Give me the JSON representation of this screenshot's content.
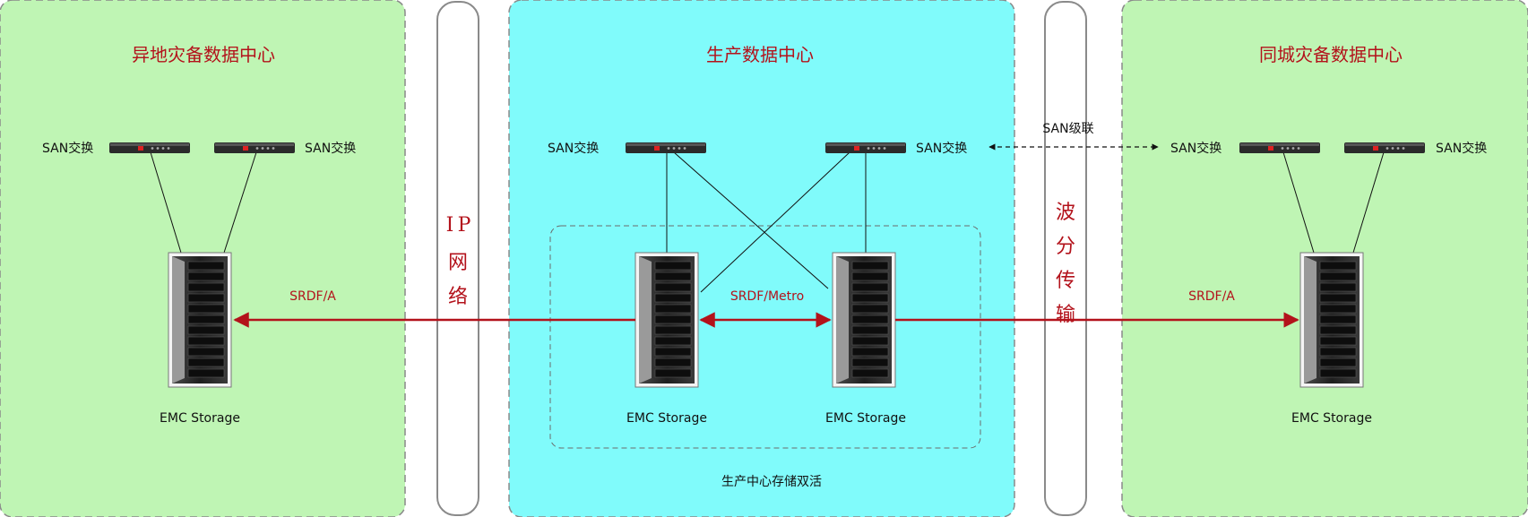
{
  "zones": {
    "remote_dr": {
      "title": "异地灾备数据中心",
      "fill": "#bff5b4"
    },
    "production": {
      "title": "生产数据中心",
      "fill": "#80fbfb"
    },
    "local_dr": {
      "title": "同城灾备数据中心",
      "fill": "#bff5b4"
    }
  },
  "links": {
    "ip_network": [
      "I",
      "P",
      "网",
      "络"
    ],
    "wdm_transport": [
      "波",
      "分",
      "传",
      "输"
    ]
  },
  "labels": {
    "san_switch": "SAN交换",
    "san_cascade": "SAN级联",
    "emc_storage": "EMC Storage",
    "srdf_a": "SRDF/A",
    "srdf_metro": "SRDF/Metro",
    "active_active": "生产中心存储双活"
  },
  "colors": {
    "accent_red": "#b3121b",
    "zone_border": "#8a8a8a",
    "device_dark": "#222222"
  }
}
